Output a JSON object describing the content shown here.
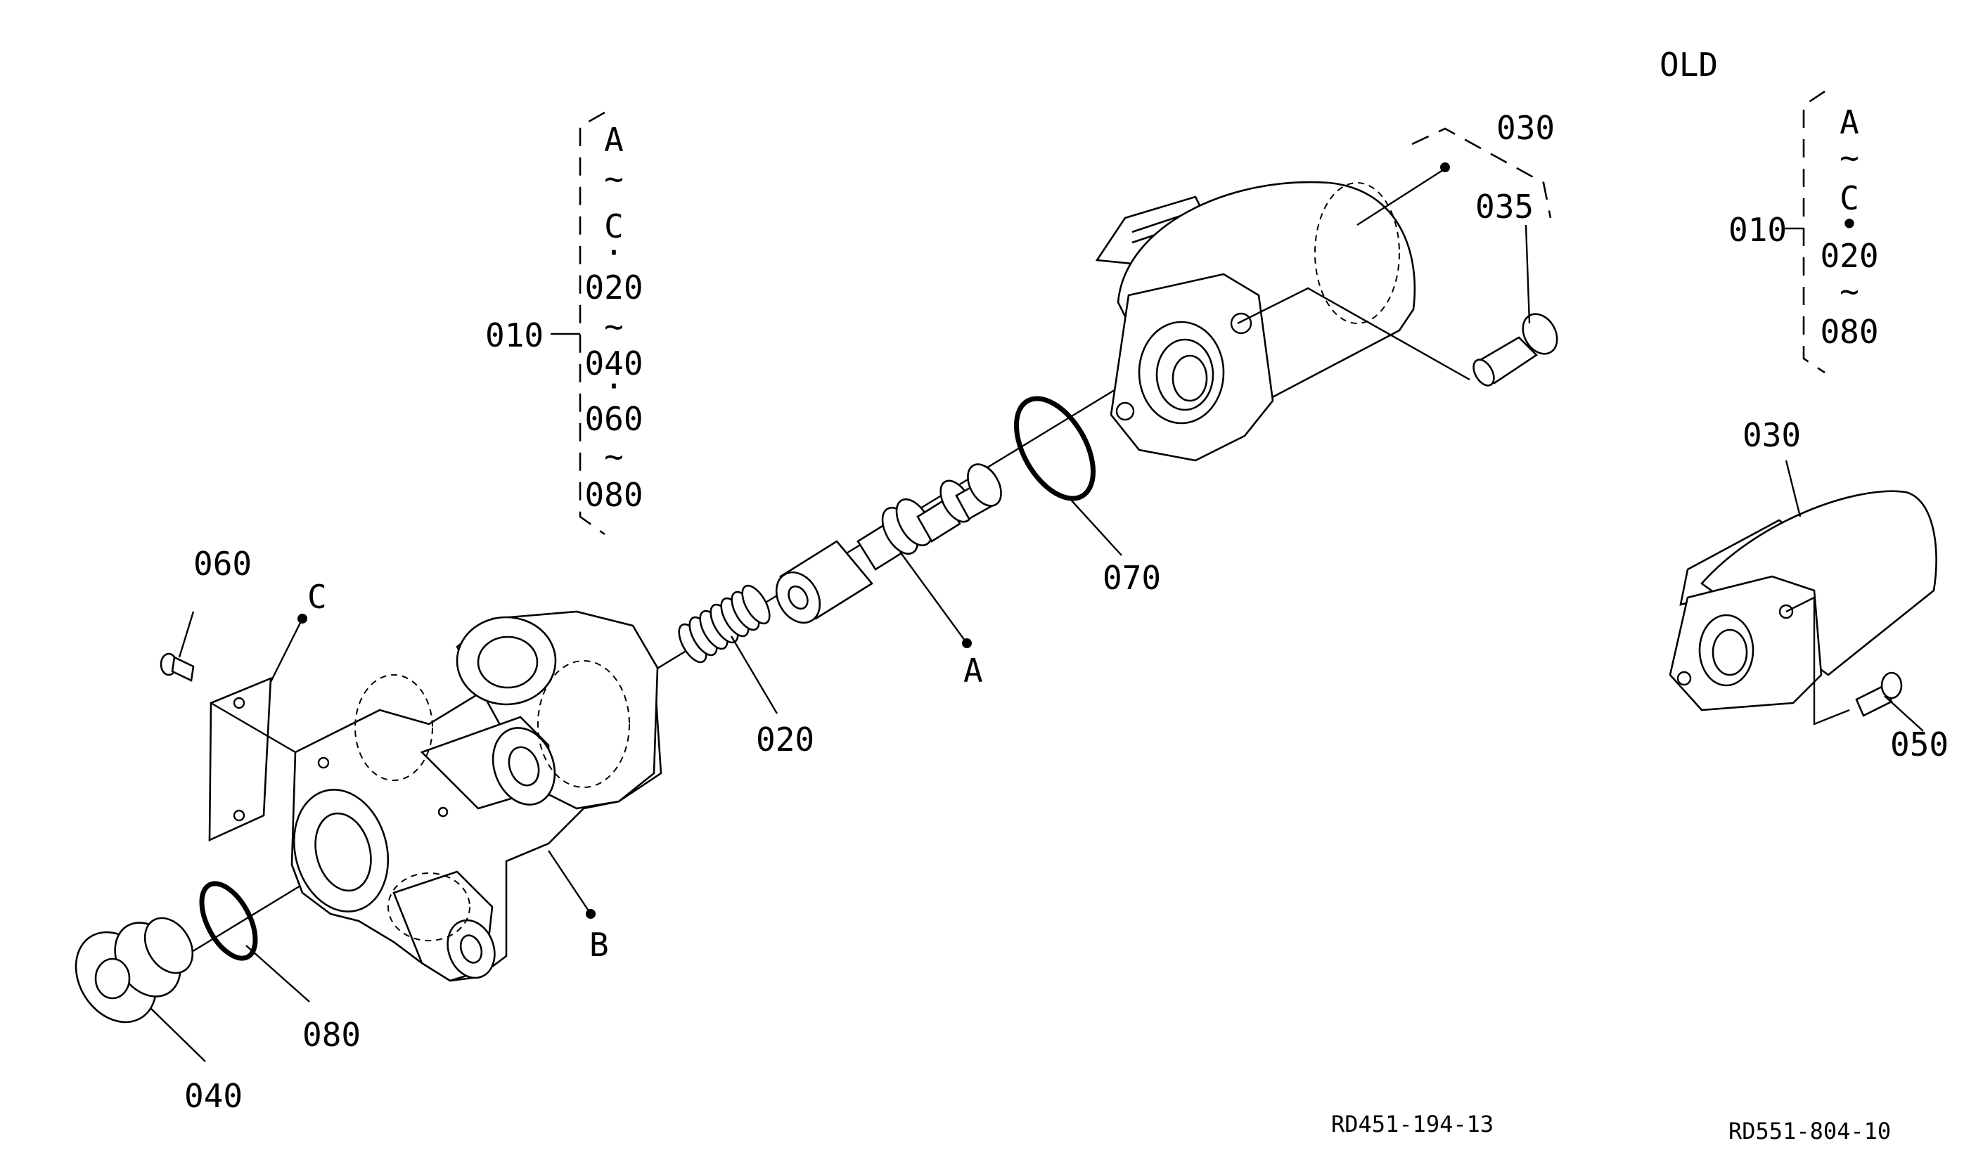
{
  "title": "OLD",
  "group_current": {
    "item": "010",
    "range_lines": [
      "A",
      "~",
      "C",
      "·",
      "020",
      "~",
      "040",
      "·",
      "060",
      "~",
      "080"
    ]
  },
  "group_old": {
    "item": "010",
    "range_lines": [
      "A",
      "~",
      "C",
      "•",
      "020",
      "~",
      "080"
    ]
  },
  "callouts": {
    "p020": "020",
    "p030": "030",
    "p035": "035",
    "p040": "040",
    "p060": "060",
    "p070": "070",
    "p080": "080",
    "pointA": "A",
    "pointB": "B",
    "pointC": "C",
    "old030": "030",
    "old050": "050"
  },
  "references": {
    "left": "RD451-194-13",
    "right": "RD551-804-10"
  }
}
